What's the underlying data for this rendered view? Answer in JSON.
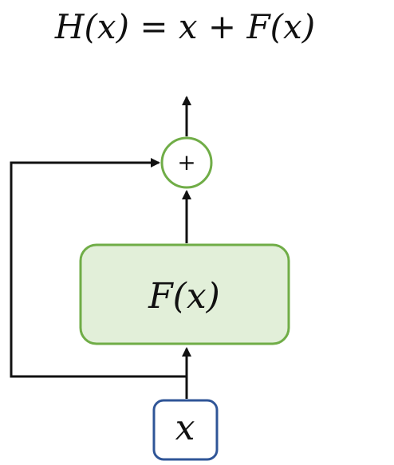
{
  "diagram": {
    "equation": "H(x) = x + F(x)",
    "function_label": "F(x)",
    "input_label": "x",
    "operator_label": "+"
  },
  "colors": {
    "function_fill": "#e2efd9",
    "function_border": "#70ad47",
    "sum_border": "#70ad47",
    "input_border": "#2f5597",
    "line": "#111111"
  }
}
